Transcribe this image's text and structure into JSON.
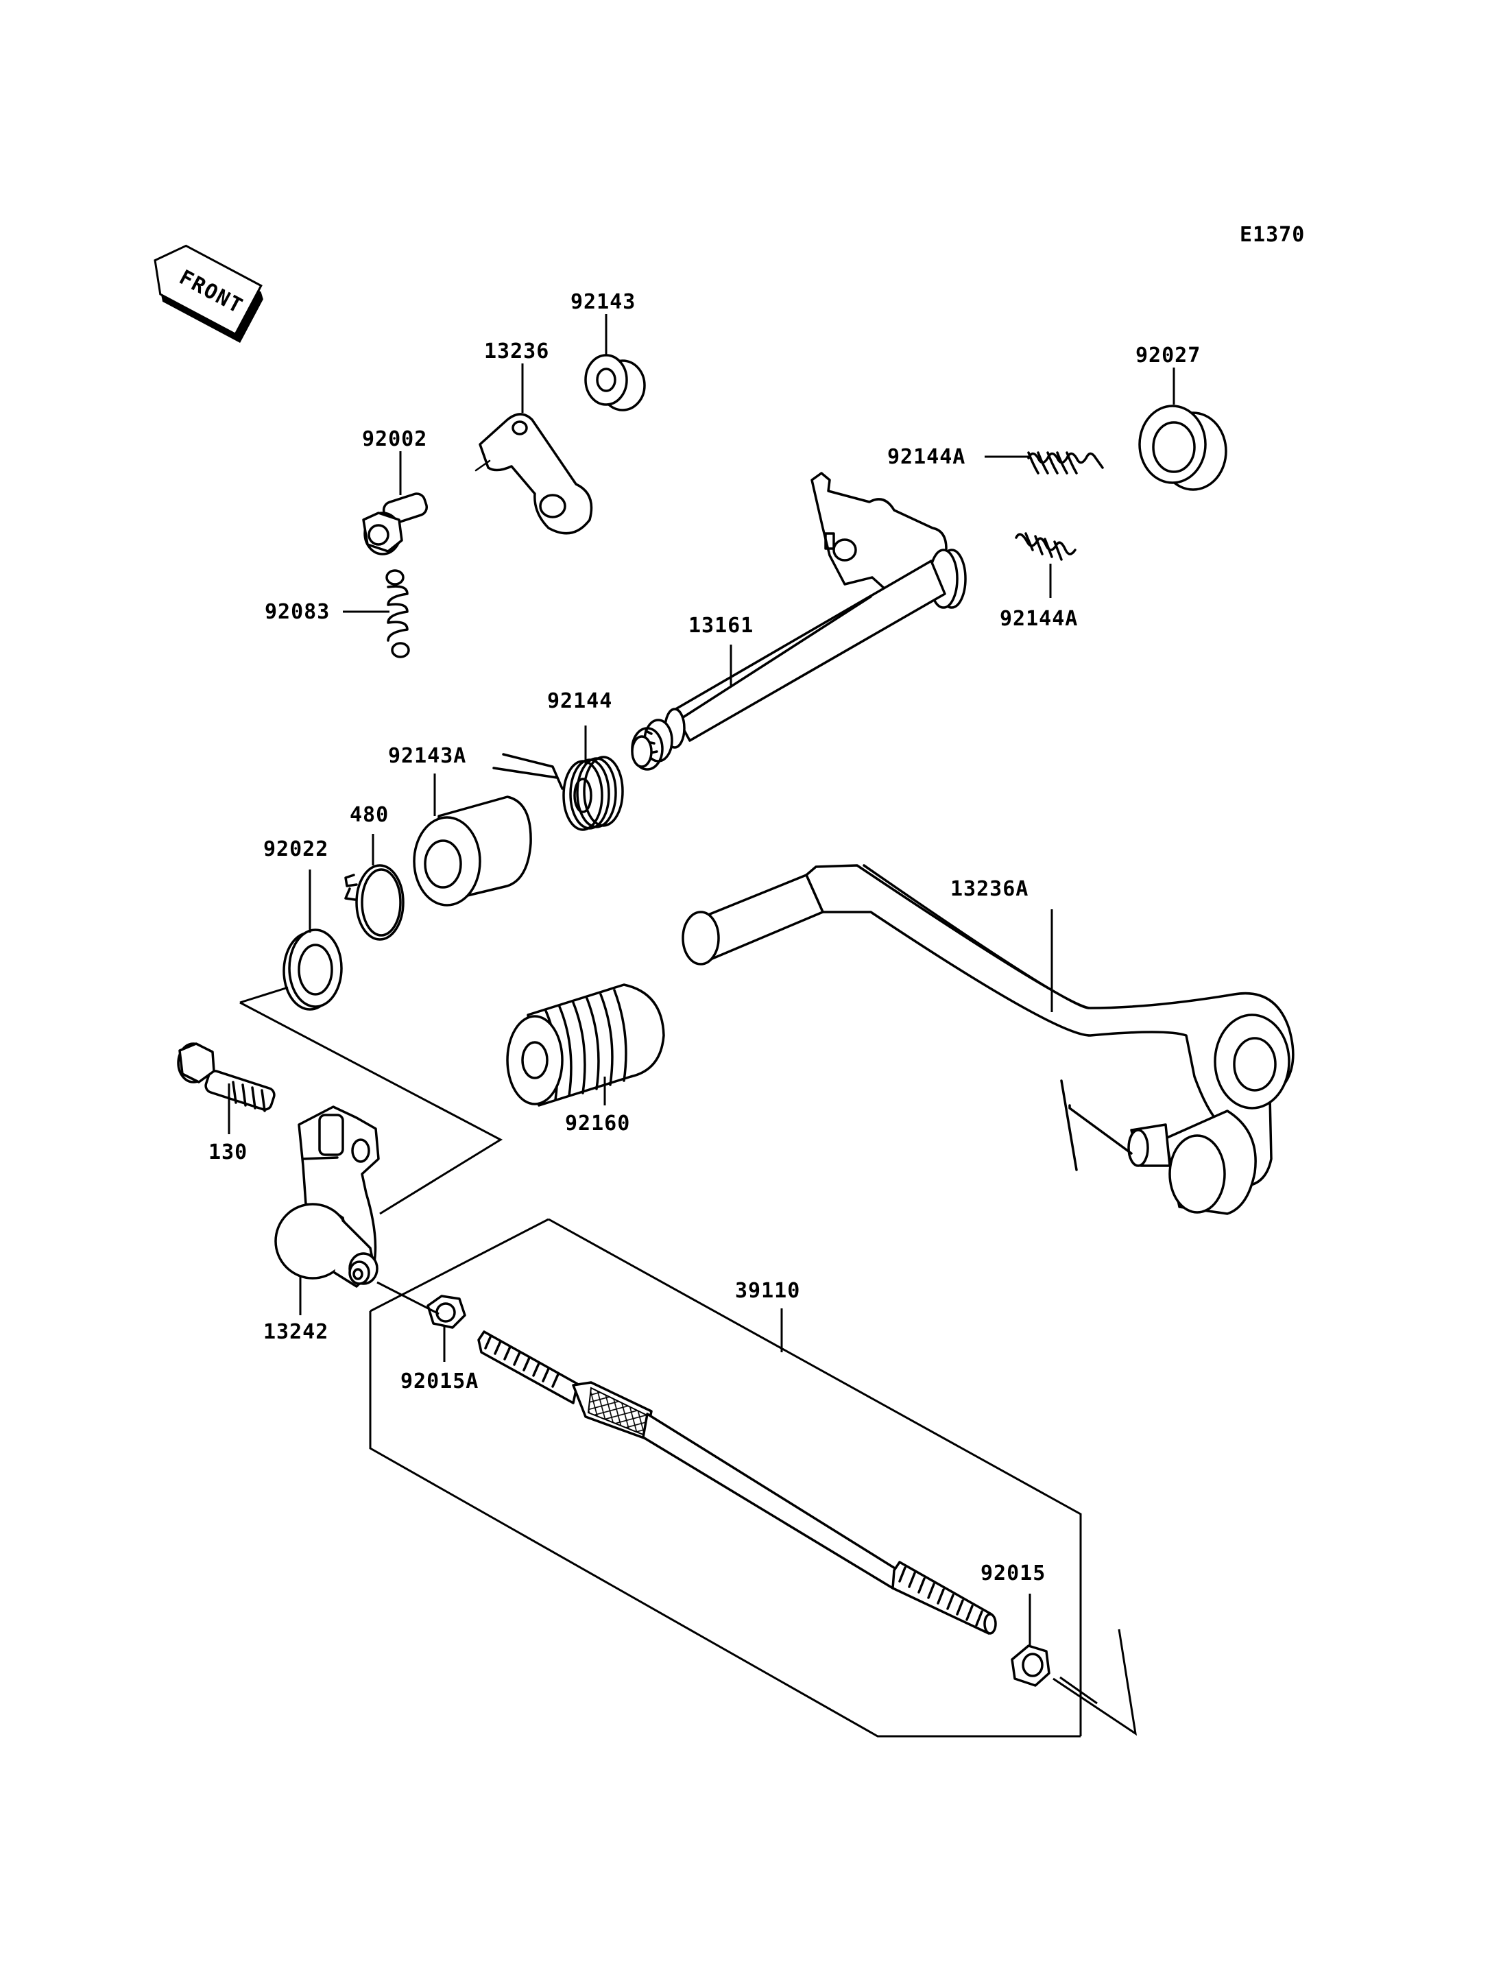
{
  "diagram": {
    "code": "E1370",
    "front_label": "FRONT",
    "parts": [
      {
        "id": "p92143",
        "number": "92143"
      },
      {
        "id": "p13236",
        "number": "13236"
      },
      {
        "id": "p92027",
        "number": "92027"
      },
      {
        "id": "p92002",
        "number": "92002"
      },
      {
        "id": "p92144A_top",
        "number": "92144A"
      },
      {
        "id": "p92083",
        "number": "92083"
      },
      {
        "id": "p92144A_bottom",
        "number": "92144A"
      },
      {
        "id": "p13161",
        "number": "13161"
      },
      {
        "id": "p92144",
        "number": "92144"
      },
      {
        "id": "p92143A",
        "number": "92143A"
      },
      {
        "id": "p480",
        "number": "480"
      },
      {
        "id": "p92022",
        "number": "92022"
      },
      {
        "id": "p13236A",
        "number": "13236A"
      },
      {
        "id": "p92160",
        "number": "92160"
      },
      {
        "id": "p130",
        "number": "130"
      },
      {
        "id": "p39110",
        "number": "39110"
      },
      {
        "id": "p13242",
        "number": "13242"
      },
      {
        "id": "p92015A",
        "number": "92015A"
      },
      {
        "id": "p92015",
        "number": "92015"
      }
    ]
  }
}
